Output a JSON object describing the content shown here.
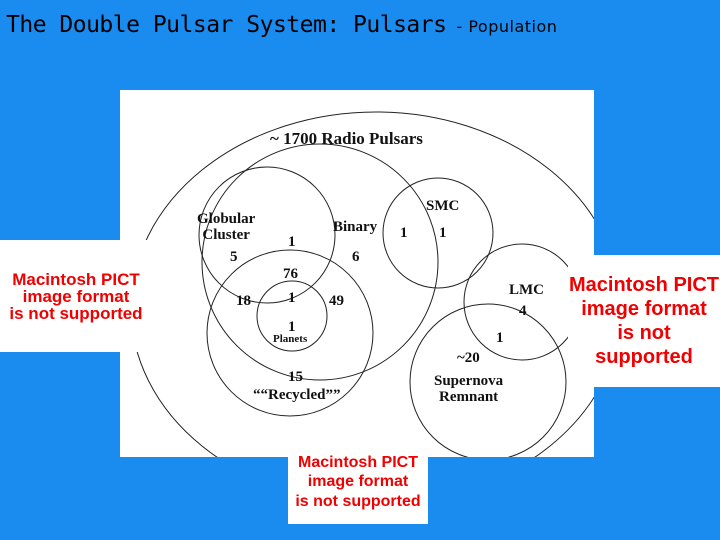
{
  "slide": {
    "title": "The Double Pulsar System: Pulsars",
    "subtitle": "- Population"
  },
  "venn": {
    "outer_label": "~ 1700 Radio Pulsars",
    "globular": {
      "label_line1": "Globular",
      "label_line2": "Cluster",
      "count_only": "5"
    },
    "binary": {
      "label": "Binary",
      "count_only": "6"
    },
    "smc": {
      "label": "SMC",
      "count_only": "1",
      "count_with_binary": "1"
    },
    "lmc": {
      "label": "LMC",
      "count_only": "4",
      "count_with_snr": "1"
    },
    "supernova": {
      "label_line1": "Supernova",
      "label_line2": "Remnant",
      "count_only": "~20"
    },
    "recycled": {
      "label": "““Recycled””",
      "count_only": "15"
    },
    "planets": {
      "label": "Planets",
      "count": "1"
    },
    "overlaps": {
      "globular_binary": "1",
      "globular_binary_recycled": "76",
      "globular_recycled": "18",
      "binary_recycled": "49",
      "globular_binary_recycled_planets": "1"
    }
  },
  "placeholders": {
    "left": {
      "line1": "Macintosh PICT",
      "line2": "image format",
      "line3": "is not supported"
    },
    "right": {
      "line1": "Macintosh PICT",
      "line2": "image format",
      "line3": "is not supported"
    },
    "bottom": {
      "line1": "Macintosh PICT",
      "line2": "image format",
      "line3": "is not supported"
    }
  },
  "colors": {
    "background": "#1a8cf0",
    "placeholder_text": "#f00000"
  }
}
